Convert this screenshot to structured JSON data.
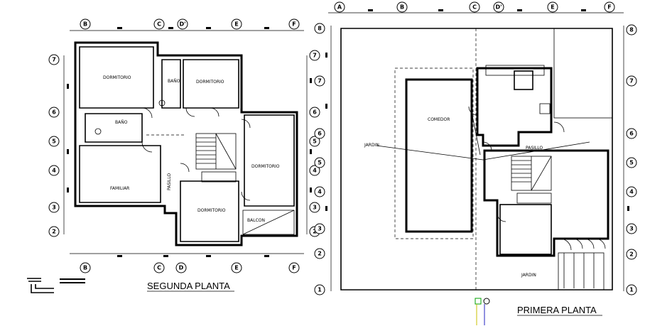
{
  "titles": {
    "second_floor": "SEGUNDA PLANTA",
    "first_floor": "PRIMERA PLANTA"
  },
  "rooms": {
    "s_dorm_tl": "DORMITORIO",
    "s_dorm_tr": "DORMITORIO",
    "s_banio": "BAÑO",
    "s_banio2": "BAÑO",
    "s_familiar": "FAMILIAR",
    "s_pasillo": "PASILLO",
    "s_dorm_r": "DORMITORIO",
    "s_dorm_b": "DORMITORIO",
    "s_balcon": "BALCON",
    "f_comedor": "COMEDOR",
    "f_jardin_l": "JARDIN",
    "f_pasillo": "PASILLO",
    "f_jardin_b": "JARDIN"
  },
  "axes": {
    "second_top": [
      "B",
      "C",
      "D'",
      "E",
      "F"
    ],
    "second_bottom": [
      "B",
      "C",
      "D",
      "E",
      "F"
    ],
    "second_left": [
      "7",
      "6",
      "5",
      "4",
      "3",
      "2"
    ],
    "second_right": [
      "7",
      "6",
      "5",
      "4",
      "3",
      "2"
    ],
    "first_top": [
      "A",
      "B",
      "C",
      "D'",
      "E",
      "F"
    ],
    "first_left": [
      "8",
      "7",
      "6",
      "5",
      "4",
      "3",
      "2",
      "1"
    ],
    "first_right": [
      "8",
      "7",
      "6",
      "5",
      "4",
      "3",
      "2",
      "1"
    ]
  }
}
